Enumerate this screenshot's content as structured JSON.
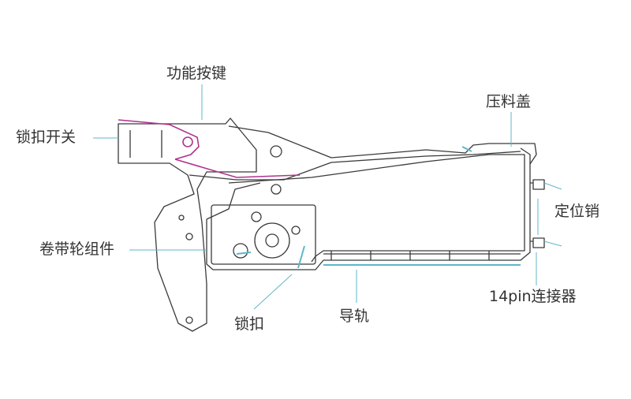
{
  "labels": {
    "function_key": "功能按键",
    "lock_switch": "锁扣开关",
    "press_cover": "压料盖",
    "positioning_pin": "定位销",
    "reel_assembly": "卷带轮组件",
    "pin_connector": "14pin连接器",
    "lock_buckle": "锁扣",
    "guide_rail": "导轨"
  },
  "colors": {
    "outline": "#3a3a3a",
    "leader": "#5fb7c8",
    "magenta": "#b0338f",
    "text": "#333333"
  }
}
